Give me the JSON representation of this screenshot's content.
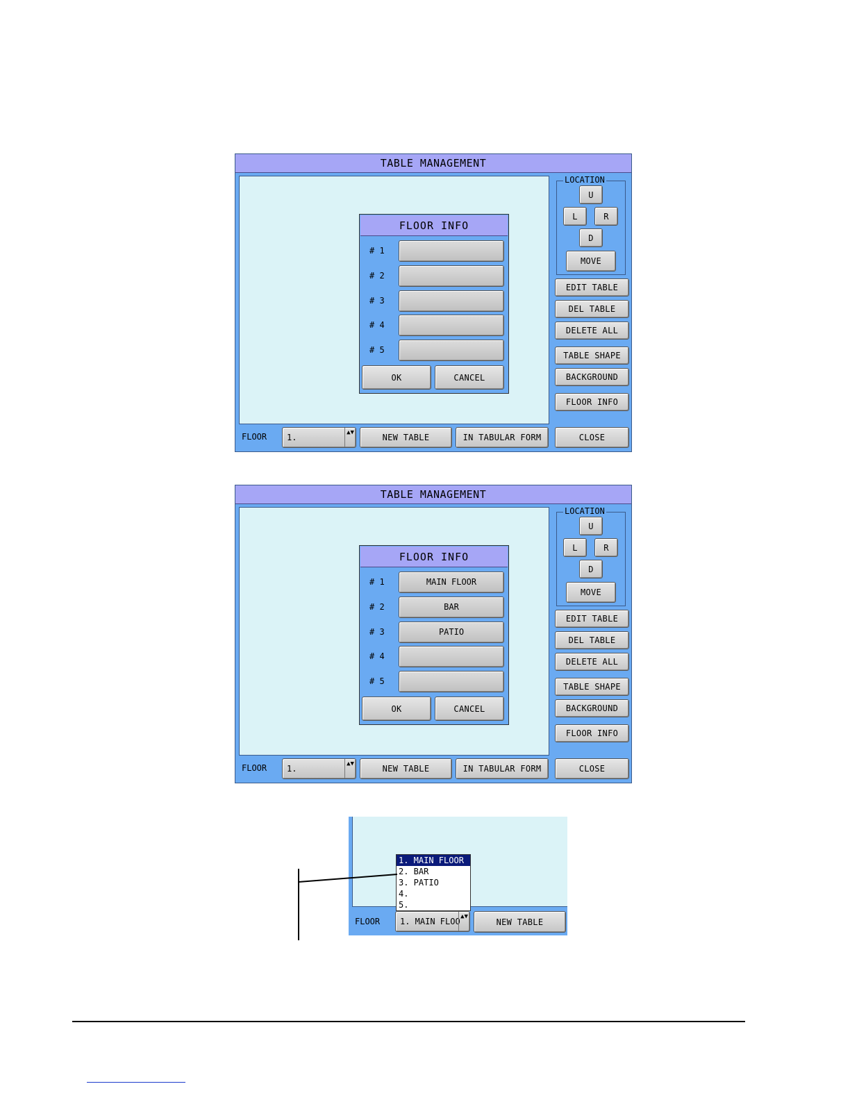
{
  "window": {
    "title": "TABLE MANAGEMENT",
    "location_label": "LOCATION",
    "dir_up": "U",
    "dir_left": "L",
    "dir_right": "R",
    "dir_down": "D",
    "move": "MOVE",
    "edit_table": "EDIT TABLE",
    "del_table": "DEL TABLE",
    "delete_all": "DELETE ALL",
    "table_shape": "TABLE SHAPE",
    "background": "BACKGROUND",
    "floor_info": "FLOOR INFO",
    "floor_label": "FLOOR",
    "floor_selected": "1.",
    "select_arrow": "▲▼",
    "new_table": "NEW TABLE",
    "in_tabular_form": "IN TABULAR FORM",
    "close": "CLOSE"
  },
  "dialog": {
    "title": "FLOOR INFO",
    "row_labels": [
      "# 1",
      "# 2",
      "# 3",
      "# 4",
      "# 5"
    ],
    "ok": "OK",
    "cancel": "CANCEL"
  },
  "screen1": {
    "values": [
      "",
      "",
      "",
      "",
      ""
    ]
  },
  "screen2": {
    "values": [
      "MAIN FLOOR",
      "BAR",
      "PATIO",
      "",
      ""
    ]
  },
  "dropdown": {
    "items": [
      "1. MAIN FLOOR",
      "2. BAR",
      "3. PATIO",
      "4.",
      "5."
    ],
    "floor_label": "FLOOR",
    "selected": "1. MAIN FLOO",
    "new_table": "NEW TABLE"
  },
  "colors": {
    "window_bg": "#6aaaf2",
    "title_bar": "#a6a6f6",
    "canvas": "#dbf3f7",
    "list_selected": "#0a1a7a"
  }
}
